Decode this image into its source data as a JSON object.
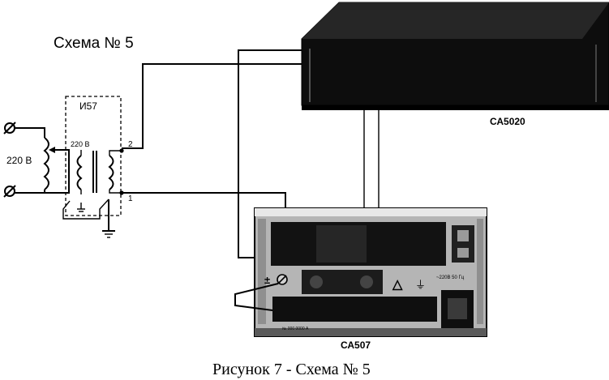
{
  "title": "Схема № 5",
  "caption": "Рисунок 7 - Схема № 5",
  "devices": {
    "reference": "СА5020",
    "calibrator": "СА507",
    "transformer": "И57"
  },
  "labels": {
    "voltage_in": "220 В",
    "winding_voltage": "220 В",
    "terminal_2": "2",
    "terminal_1": "1"
  },
  "panel_marks": {
    "warning_symbol": "△",
    "ground_symbol": "⏚",
    "plus_minus": "±",
    "rating_right": "~220В 50 Гц",
    "bottom_small": "№ 000 0000 А"
  }
}
